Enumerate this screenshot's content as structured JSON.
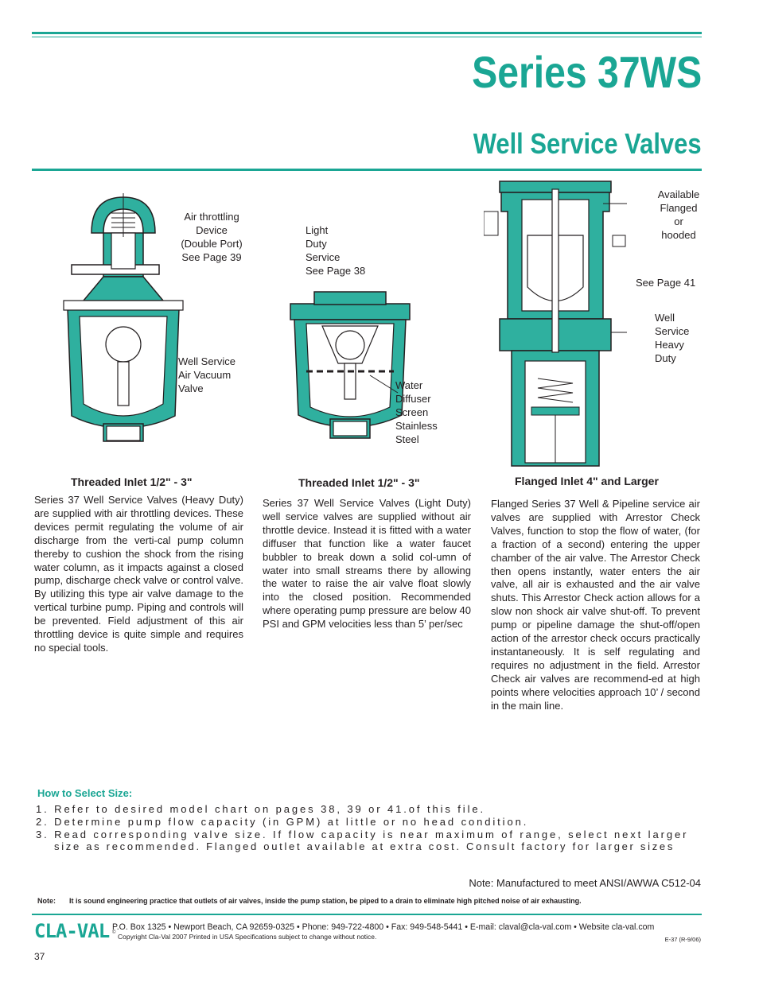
{
  "header": {
    "title": "Series 37WS",
    "subtitle": "Well Service Valves"
  },
  "figures": {
    "left": {
      "callout_top": "Air throttling\nDevice\n(Double Port)\nSee Page 39",
      "callout_bottom": "Well Service\nAir Vacuum\nValve"
    },
    "middle": {
      "callout_top": "Light\nDuty\nService\nSee Page 38",
      "callout_bottom": "Water\nDiffuser\nScreen\nStainless\nSteel"
    },
    "right": {
      "callout_top": "Available\nFlanged\nor\nhooded",
      "callout_page": "See Page 41",
      "callout_bottom": "Well\nService\nHeavy\nDuty"
    }
  },
  "columns": [
    {
      "heading": "Threaded Inlet 1/2\" - 3\"",
      "text": "Series 37 Well Service Valves (Heavy Duty) are supplied with air throttling devices. These devices permit regulating the volume of air discharge from the verti-cal pump column thereby to cushion the shock from the rising water column, as it impacts against a closed pump, discharge check valve or control valve. By utilizing this type air valve damage to the vertical turbine pump. Piping and controls will be prevented. Field adjustment of this air throttling device is quite simple and requires no special tools."
    },
    {
      "heading": "Threaded Inlet 1/2\" - 3\"",
      "text": "Series 37 Well Service Valves (Light Duty) well service valves are supplied without air throttle device. Instead it is fitted with a water diffuser that function like a water faucet bubbler to break down a solid col-umn of water into small streams there by allowing the water to raise the air valve float slowly into the closed position. Recommended where operating pump pressure are below 40 PSI and GPM velocities less than 5’ per/sec"
    },
    {
      "heading": "Flanged Inlet 4\" and Larger",
      "text": "Flanged Series 37 Well & Pipeline service air valves are supplied with Arrestor Check Valves, function to stop the flow of water, (for a fraction of a second) entering the upper chamber of the air valve. The Arrestor Check then opens instantly, water enters the air valve, all air is exhausted and the air valve shuts. This Arrestor Check action allows for a slow non shock air valve shut-off. To prevent pump or pipeline damage the shut-off/open action of the arrestor check occurs practically instantaneously. It is self regulating and requires no adjustment in the field. Arrestor Check air valves are recommend-ed at high points where velocities approach 10’ / second in the main line."
    }
  ],
  "select": {
    "heading": "How to Select Size:",
    "steps": [
      "1. Refer to desired model chart on pages 38, 39 or 41.of this file.",
      "2. Determine pump flow capacity (in GPM) at little or no head condition.",
      "3. Read corresponding valve size. If flow capacity is near maximum of range, select next larger",
      "size as recommended. Flanged outlet available at extra cost. Consult factory for larger sizes"
    ]
  },
  "notes": {
    "standard": "Note: Manufactured to meet ANSI/AWWA C512-04",
    "label": "Note:",
    "text": "It is sound engineering practice that outlets of air valves, inside the pump station, be piped to a drain to eliminate high pitched noise of air exhausting."
  },
  "footer": {
    "logo": "CLA-VAL",
    "address": "P.O. Box 1325 • Newport Beach, CA 92659-0325 • Phone: 949-722-4800 • Fax: 949-548-5441 • E-mail: claval@cla-val.com • Website cla-val.com",
    "copyright_mark": "©",
    "copyright": "Copyright Cla-Val 2007   Printed in USA   Specifications subject to change without notice.",
    "code": "E-37  (R-9/06)",
    "page": "37"
  },
  "colors": {
    "accent": "#1aa694",
    "valve_fill": "#2fb09f",
    "text": "#231f20"
  }
}
